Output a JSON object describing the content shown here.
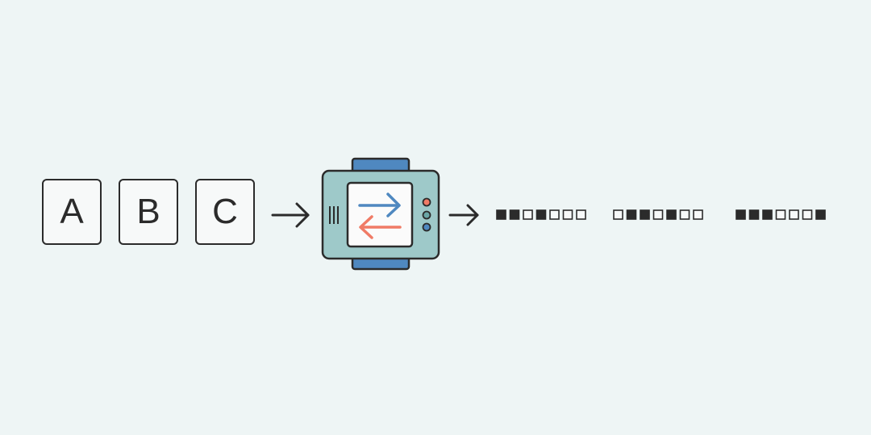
{
  "inputs": [
    "A",
    "B",
    "C"
  ],
  "encoded": [
    [
      1,
      1,
      0,
      1,
      0,
      0,
      0
    ],
    [
      0,
      1,
      1,
      0,
      1,
      0,
      0
    ],
    [
      1,
      1,
      1,
      0,
      0,
      0,
      1
    ]
  ],
  "colors": {
    "background": "#eef5f5",
    "stroke": "#2b2b2b",
    "machine_body": "#9ec9c9",
    "machine_band": "#4f88c0",
    "arrow_blue": "#4f88c0",
    "arrow_coral": "#f07b66",
    "light_red": "#f07b66",
    "light_teal": "#6aa6a6",
    "light_blue": "#4f88c0"
  },
  "icons": [
    "right-arrow-icon",
    "converter-machine-icon",
    "swap-arrows-icon"
  ]
}
